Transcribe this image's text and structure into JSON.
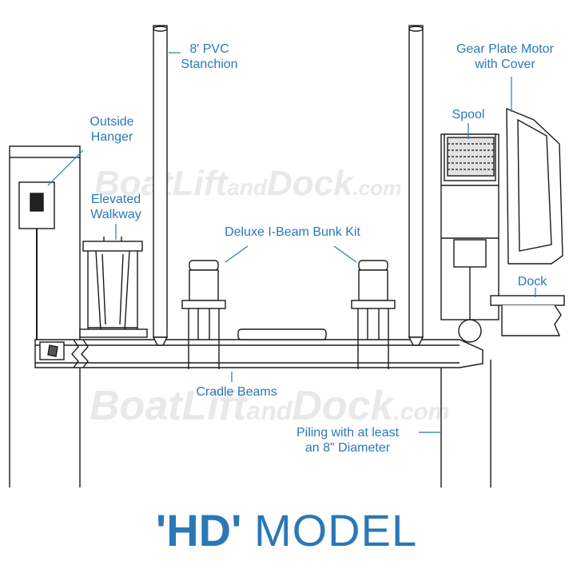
{
  "watermark": {
    "brand": "BoatLift",
    "and": "and",
    "dock": "Dock",
    "tld": ".com"
  },
  "labels": {
    "stanchion": [
      "8' PVC",
      "Stanchion"
    ],
    "motor": [
      "Gear Plate Motor",
      "with Cover"
    ],
    "hanger": [
      "Outside",
      "Hanger"
    ],
    "spool": "Spool",
    "walkway": [
      "Elevated",
      "Walkway"
    ],
    "bunk": "Deluxe I-Beam Bunk Kit",
    "dock": "Dock",
    "cradle": "Cradle Beams",
    "piling": [
      "Piling with at least",
      "an 8\" Diameter"
    ]
  },
  "title": {
    "bold": "'HD'",
    "regular": "MODEL"
  },
  "colors": {
    "accent": "#2a78b8",
    "line": "#1a1a1a",
    "watermark": "#e9e9e9"
  }
}
